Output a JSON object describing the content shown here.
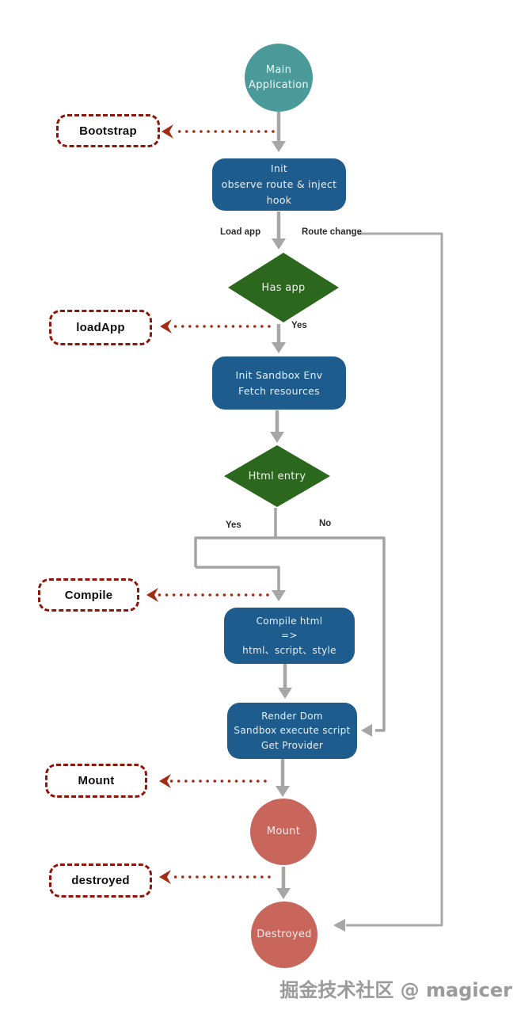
{
  "diagram": {
    "nodes": {
      "main_application": {
        "lines": [
          "Main",
          "Application"
        ]
      },
      "init": {
        "lines": [
          "Init",
          "observe route & inject hook"
        ]
      },
      "has_app": {
        "label": "Has app"
      },
      "init_sandbox": {
        "lines": [
          "Init Sandbox Env",
          "Fetch resources"
        ]
      },
      "html_entry": {
        "label": "Html entry"
      },
      "compile_html": {
        "lines": [
          "Compile html",
          "=>",
          "html、script、style"
        ]
      },
      "render_dom": {
        "lines": [
          "Render Dom",
          "Sandbox execute script",
          "Get Provider"
        ]
      },
      "mount": {
        "label": "Mount"
      },
      "destroyed": {
        "label": "Destroyed"
      }
    },
    "hooks": {
      "bootstrap": {
        "label": "Bootstrap"
      },
      "load_app": {
        "label": "loadApp"
      },
      "compile": {
        "label": "Compile"
      },
      "mount": {
        "label": "Mount"
      },
      "destroyed": {
        "label": "destroyed"
      }
    },
    "edge_labels": {
      "load_app": "Load app",
      "route_change": "Route change",
      "has_app_yes": "Yes",
      "html_entry_yes": "Yes",
      "html_entry_no": "No"
    },
    "colors": {
      "teal_node": "#4a9a99",
      "blue_node": "#1e5c8e",
      "green_node": "#2c671e",
      "red_node": "#c9665c",
      "dashed_hook_border": "#8e150a",
      "dotted_arrow": "#a42c12",
      "gray_line": "#a6a6a6"
    },
    "watermark": "掘金技术社区 @ magicer"
  }
}
